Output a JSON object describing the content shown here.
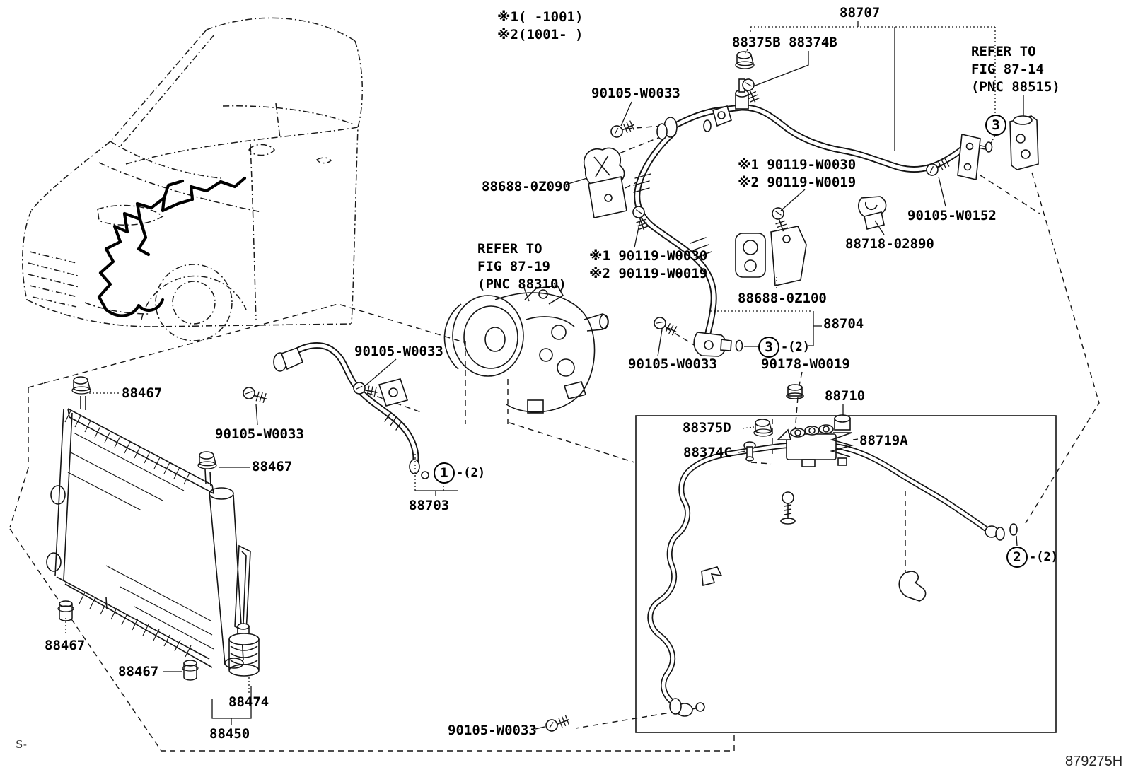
{
  "colors": {
    "ink": "#141414",
    "paper": "#ffffff"
  },
  "notes": {
    "top": "※1(  -1001)\n※2(1001-  )",
    "refer_fig_87_14": "REFER TO\nFIG 87-14\n(PNC 88515)",
    "refer_fig_87_19": "REFER TO\nFIG 87-19\n(PNC 88310)",
    "star_right": "※1 90119-W0030\n※2 90119-W0019",
    "star_mid": "※1 90119-W0030\n※2 90119-W0019"
  },
  "labels": {
    "p88707": "88707",
    "p88375B_88374B": "88375B 88374B",
    "p88688_0Z090": "88688-0Z090",
    "p90105_W0152": "90105-W0152",
    "p88718_02890": "88718-02890",
    "p88688_0Z100": "88688-0Z100",
    "p88704": "88704",
    "p90178_W0019": "90178-W0019",
    "p88710": "88710",
    "p88375D": "88375D",
    "p88374C": "88374C",
    "p88719A": "88719A",
    "p88703": "88703",
    "p88474": "88474",
    "p88450": "88450",
    "w0033_a": "90105-W0033",
    "w0033_b": "90105-W0033",
    "w0033_c": "90105-W0033",
    "w0033_d": "90105-W0033",
    "w0033_e": "90105-W0033",
    "c88467_a": "88467",
    "c88467_b": "88467",
    "c88467_c": "88467",
    "c88467_d": "88467"
  },
  "callouts": {
    "one": "1",
    "two": "2",
    "three_top": "3",
    "three_mid": "3",
    "qty_two": "-(2)"
  },
  "footer": {
    "drawing_code": "879275H",
    "corner_mark": "S-"
  }
}
